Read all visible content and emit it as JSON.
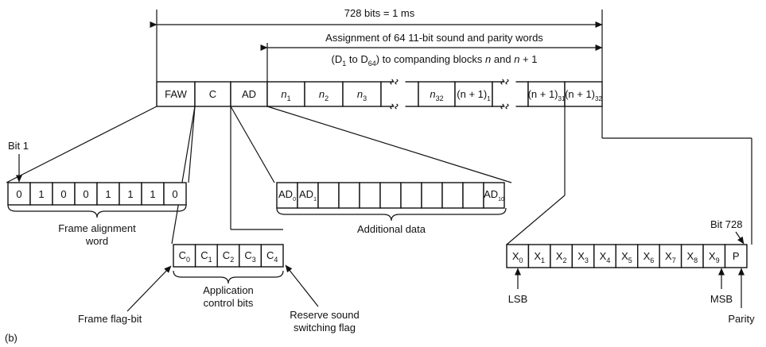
{
  "figure_label": "(b)",
  "total_span": {
    "text": "728 bits = 1 ms"
  },
  "assignment": {
    "line1": "Assignment of 64 11-bit sound and parity words",
    "line2_pre": "(D",
    "line2_sub1": "1",
    "line2_mid": " to D",
    "line2_sub2": "64",
    "line2_post": ") to companding blocks ",
    "line2_n": "n",
    "line2_and": " and ",
    "line2_n2": "n",
    "line2_end": " + 1"
  },
  "frame_cells": [
    {
      "main": "FAW"
    },
    {
      "main": "C"
    },
    {
      "main": "AD"
    },
    {
      "main": "n",
      "sub": "1",
      "italic": true
    },
    {
      "main": "n",
      "sub": "2",
      "italic": true
    },
    {
      "main": "n",
      "sub": "3",
      "italic": true
    },
    {
      "main": "",
      "break": true
    },
    {
      "main": "n",
      "sub": "32",
      "italic": true
    },
    {
      "main": "(n + 1)",
      "sub": "1",
      "small": true
    },
    {
      "main": "",
      "break": true
    },
    {
      "main": "(n + 1)",
      "sub": "31",
      "small": true
    },
    {
      "main": "(n + 1)",
      "sub": "32",
      "small": true
    }
  ],
  "bit1_label": "Bit 1",
  "faw": {
    "bits": [
      "0",
      "1",
      "0",
      "0",
      "1",
      "1",
      "1",
      "0"
    ],
    "label_line1": "Frame alignment",
    "label_line2": "word"
  },
  "control": {
    "cells": [
      {
        "main": "C",
        "sub": "0"
      },
      {
        "main": "C",
        "sub": "1"
      },
      {
        "main": "C",
        "sub": "2"
      },
      {
        "main": "C",
        "sub": "3"
      },
      {
        "main": "C",
        "sub": "4"
      }
    ],
    "label_line1": "Application",
    "label_line2": "control bits",
    "frame_flag": "Frame flag-bit",
    "reserve_line1": "Reserve sound",
    "reserve_line2": "switching flag"
  },
  "additional": {
    "first": {
      "main": "AD",
      "sub": "0"
    },
    "second": {
      "main": "AD",
      "sub": "1"
    },
    "last": {
      "main": "AD",
      "sub": "10"
    },
    "label": "Additional data"
  },
  "sound_word": {
    "bit728_label": "Bit 728",
    "cells": [
      {
        "main": "X",
        "sub": "0"
      },
      {
        "main": "X",
        "sub": "1"
      },
      {
        "main": "X",
        "sub": "2"
      },
      {
        "main": "X",
        "sub": "3"
      },
      {
        "main": "X",
        "sub": "4"
      },
      {
        "main": "X",
        "sub": "5"
      },
      {
        "main": "X",
        "sub": "6"
      },
      {
        "main": "X",
        "sub": "7"
      },
      {
        "main": "X",
        "sub": "8"
      },
      {
        "main": "X",
        "sub": "9"
      },
      {
        "main": "P"
      }
    ],
    "lsb": "LSB",
    "msb": "MSB",
    "parity": "Parity"
  }
}
